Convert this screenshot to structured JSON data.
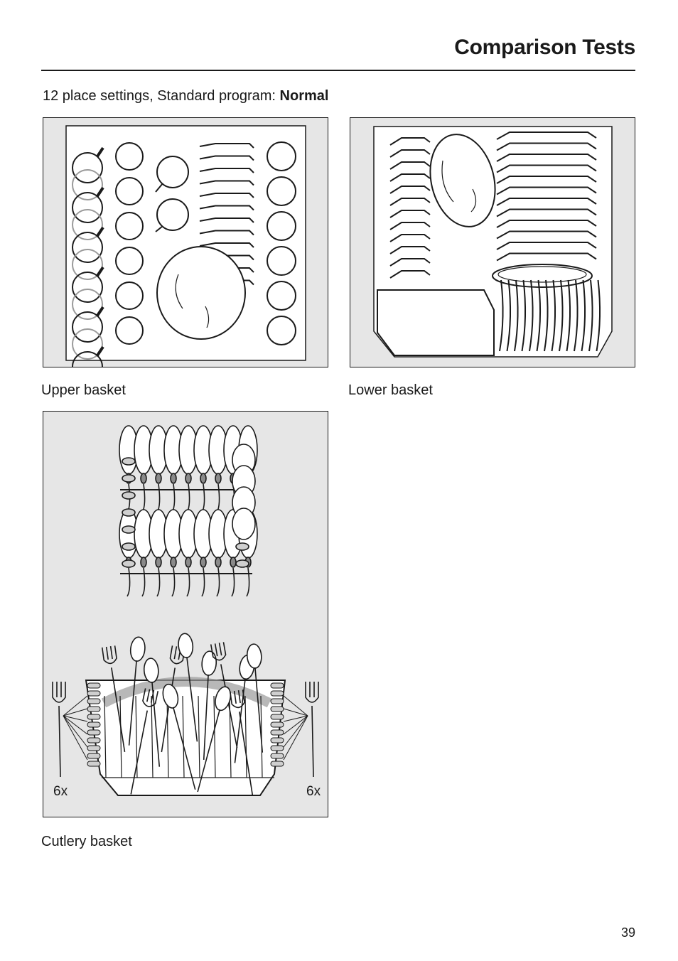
{
  "header": {
    "title": "Comparison Tests"
  },
  "intro": {
    "prefix": "12 place settings, Standard program: ",
    "program": "Normal"
  },
  "figures": {
    "upper": {
      "caption": "Upper basket"
    },
    "lower": {
      "caption": "Lower basket"
    },
    "cutlery": {
      "caption": "Cutlery basket",
      "left_count": "6x",
      "right_count": "6x"
    }
  },
  "footer": {
    "page_number": "39"
  }
}
